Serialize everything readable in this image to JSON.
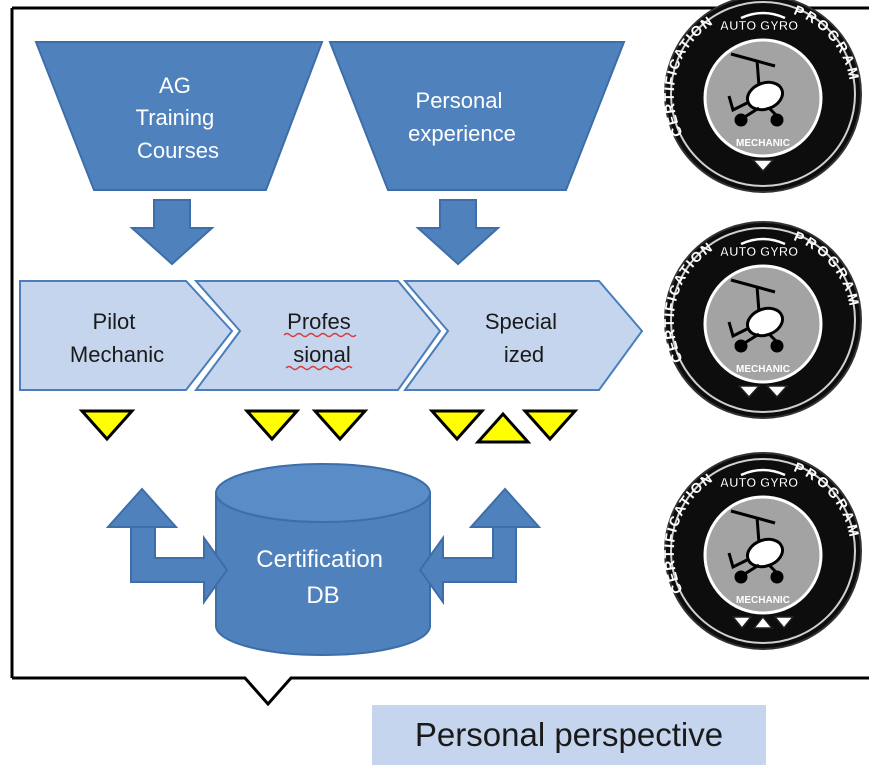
{
  "funnels": {
    "training": [
      "AG",
      "Training",
      "Courses"
    ],
    "experience": [
      "Personal",
      "experience"
    ]
  },
  "steps": {
    "pilot_mechanic": [
      "Pilot",
      "Mechanic"
    ],
    "professional": [
      "Profes",
      "sional"
    ],
    "specialized": [
      "Special",
      "ized"
    ]
  },
  "database": [
    "Certification",
    "DB"
  ],
  "badge": {
    "top_text": "CERTIFICATION",
    "right_text": "PROGRAM",
    "logo_text": "AUTO GYRO",
    "role_text": "MECHANIC",
    "levels": [
      1,
      2,
      3
    ]
  },
  "caption": "Personal perspective",
  "colors": {
    "funnel_fill": "#4f81bd",
    "step_fill": "#c5d5ee",
    "step_stroke": "#4a7ebb",
    "marker_fill": "#ffff00",
    "badge_ring": "#0d0d0d",
    "badge_center": "#a3a3a3"
  }
}
